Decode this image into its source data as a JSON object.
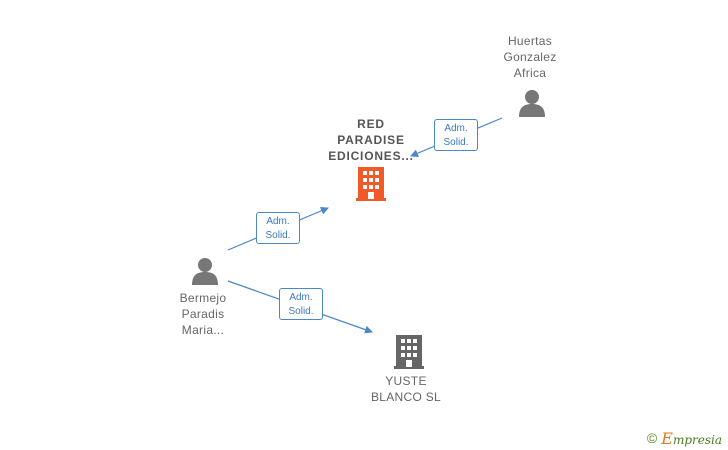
{
  "nodes": {
    "red_paradise": {
      "lines": [
        "RED",
        "PARADISE",
        "EDICIONES..."
      ],
      "icon": "building-icon",
      "color": "#f05a28"
    },
    "yuste_blanco": {
      "lines": [
        "YUSTE",
        "BLANCO  SL"
      ],
      "icon": "building-icon",
      "color": "#666666"
    },
    "huertas": {
      "lines": [
        "Huertas",
        "Gonzalez",
        "Africa"
      ],
      "icon": "person-icon",
      "color": "#666666"
    },
    "bermejo": {
      "lines": [
        "Bermejo",
        "Paradis",
        "Maria..."
      ],
      "icon": "person-icon",
      "color": "#666666"
    }
  },
  "edges": [
    {
      "from": "huertas",
      "to": "red_paradise",
      "label": [
        "Adm.",
        "Solid."
      ]
    },
    {
      "from": "bermejo",
      "to": "red_paradise",
      "label": [
        "Adm.",
        "Solid."
      ]
    },
    {
      "from": "bermejo",
      "to": "yuste_blanco",
      "label": [
        "Adm.",
        "Solid."
      ]
    }
  ],
  "brand": {
    "copyright": "©",
    "initial": "E",
    "name": "mpresia"
  },
  "colors": {
    "edge": "#4a86c8",
    "person": "#777777",
    "building_main": "#f05a28",
    "building_other": "#666666"
  }
}
